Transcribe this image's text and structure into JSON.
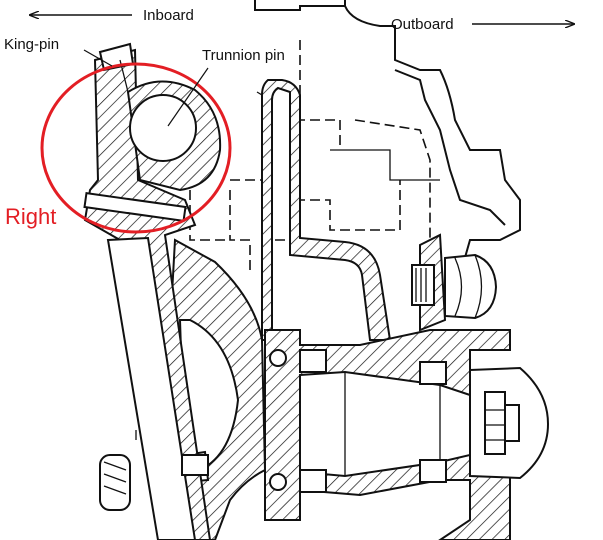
{
  "labels": {
    "inboard": "Inboard",
    "outboard": "Outboard",
    "king_pin": "King-pin",
    "trunnion_pin": "Trunnion pin",
    "right": "Right"
  },
  "colors": {
    "highlight": "#e31e24",
    "line": "#111111",
    "background": "#ffffff"
  }
}
